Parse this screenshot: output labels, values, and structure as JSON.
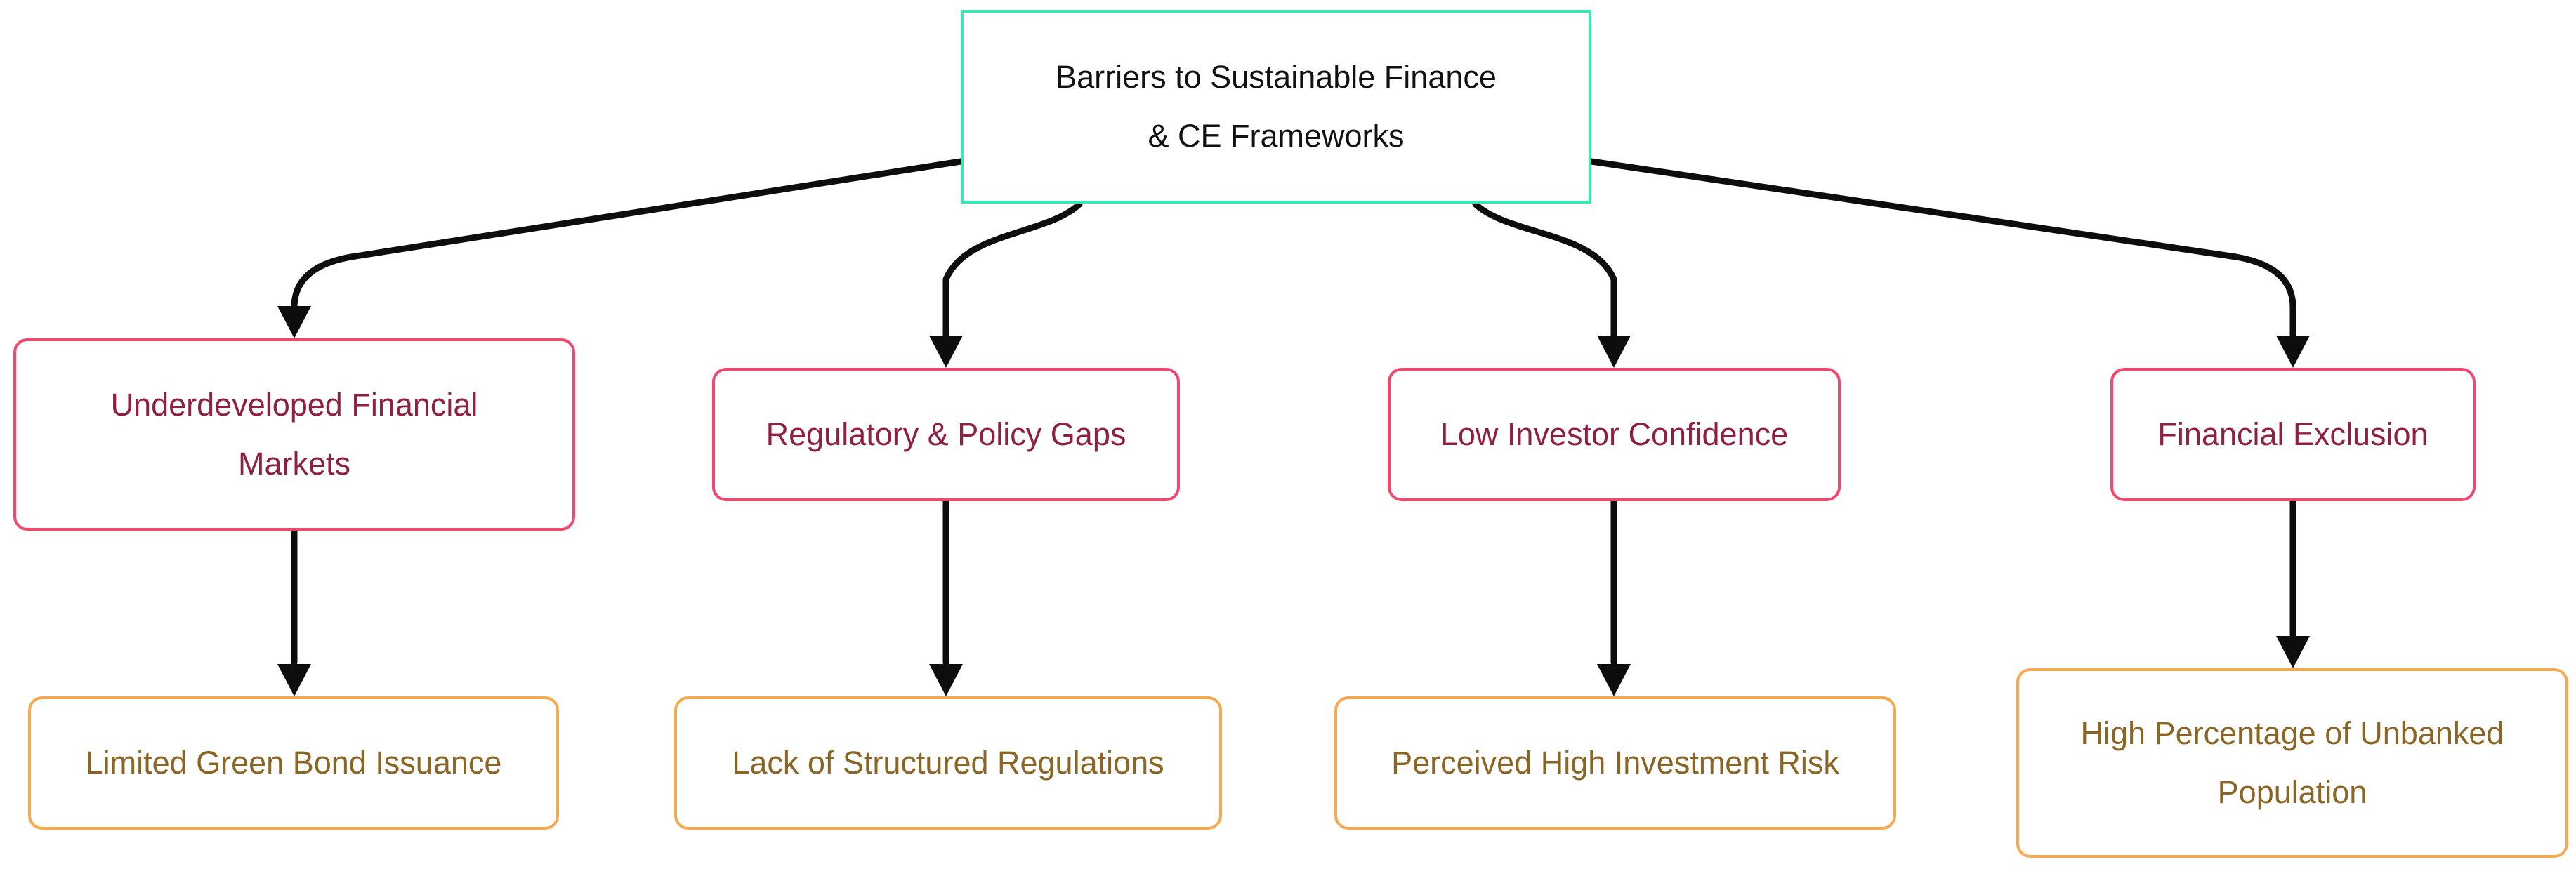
{
  "diagram_title": "Barriers to Sustainable Finance & CE Frameworks",
  "colors": {
    "background": "#ffffff",
    "node_fill": "#ffffff",
    "root_border": "#3ce6b3",
    "root_text": "#111111",
    "barrier_border": "#f2486e",
    "barrier_text": "#8e2041",
    "consequence_border": "#f6a94e",
    "consequence_text": "#8a6524",
    "arrow": "#0d0d0d"
  },
  "nodes": {
    "root": {
      "lines": [
        "Barriers to Sustainable Finance",
        "& CE Frameworks"
      ]
    },
    "barriers": [
      {
        "lines": [
          "Underdeveloped Financial",
          "Markets"
        ]
      },
      {
        "lines": [
          "Regulatory & Policy Gaps"
        ]
      },
      {
        "lines": [
          "Low Investor Confidence"
        ]
      },
      {
        "lines": [
          "Financial Exclusion"
        ]
      }
    ],
    "consequences": [
      {
        "lines": [
          "Limited Green Bond Issuance"
        ]
      },
      {
        "lines": [
          "Lack of Structured Regulations"
        ]
      },
      {
        "lines": [
          "Perceived High Investment Risk"
        ]
      },
      {
        "lines": [
          "High Percentage of Unbanked",
          "Population"
        ]
      }
    ]
  },
  "edges": [
    {
      "from": "root",
      "to": "barrier-1"
    },
    {
      "from": "root",
      "to": "barrier-2"
    },
    {
      "from": "root",
      "to": "barrier-3"
    },
    {
      "from": "root",
      "to": "barrier-4"
    },
    {
      "from": "barrier-1",
      "to": "consequence-1"
    },
    {
      "from": "barrier-2",
      "to": "consequence-2"
    },
    {
      "from": "barrier-3",
      "to": "consequence-3"
    },
    {
      "from": "barrier-4",
      "to": "consequence-4"
    }
  ]
}
